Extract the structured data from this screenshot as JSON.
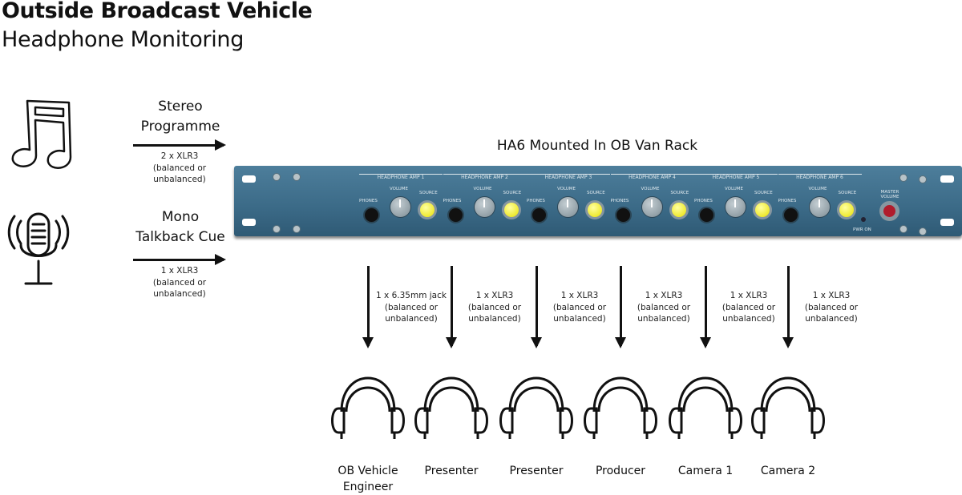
{
  "title": "Outside Broadcast Vehicle",
  "subtitle": "Headphone Monitoring",
  "inputs": [
    {
      "label_line1": "Stereo",
      "label_line2": "Programme",
      "connector": "2 x XLR3",
      "note1": "(balanced or",
      "note2": "unbalanced)",
      "icon": "music-note-icon"
    },
    {
      "label_line1": "Mono",
      "label_line2": "Talkback Cue",
      "connector": "1 x XLR3",
      "note1": "(balanced or",
      "note2": "unbalanced)",
      "icon": "microphone-icon"
    }
  ],
  "rack": {
    "title": "HA6 Mounted In OB Van Rack",
    "channels": [
      "HEADPHONE AMP 1",
      "HEADPHONE AMP 2",
      "HEADPHONE AMP 3",
      "HEADPHONE AMP 4",
      "HEADPHONE AMP 5",
      "HEADPHONE AMP 6"
    ],
    "phones_label": "PHONES",
    "volume_label": "VOLUME",
    "source_label": "SOURCE",
    "master_label1": "MASTER",
    "master_label2": "VOLUME",
    "power_label": "PWR ON"
  },
  "outputs": [
    {
      "connector": "1 x 6.35mm jack",
      "note1": "(balanced or",
      "note2": "unbalanced)",
      "label1": "OB Vehicle",
      "label2": "Engineer"
    },
    {
      "connector": "1 x XLR3",
      "note1": "(balanced or",
      "note2": "unbalanced)",
      "label1": "Presenter",
      "label2": ""
    },
    {
      "connector": "1 x XLR3",
      "note1": "(balanced or",
      "note2": "unbalanced)",
      "label1": "Presenter",
      "label2": ""
    },
    {
      "connector": "1 x XLR3",
      "note1": "(balanced or",
      "note2": "unbalanced)",
      "label1": "Producer",
      "label2": ""
    },
    {
      "connector": "1 x XLR3",
      "note1": "(balanced or",
      "note2": "unbalanced)",
      "label1": "Camera 1",
      "label2": ""
    },
    {
      "connector": "1 x XLR3",
      "note1": "(balanced or",
      "note2": "unbalanced)",
      "label1": "Camera 2",
      "label2": ""
    }
  ]
}
